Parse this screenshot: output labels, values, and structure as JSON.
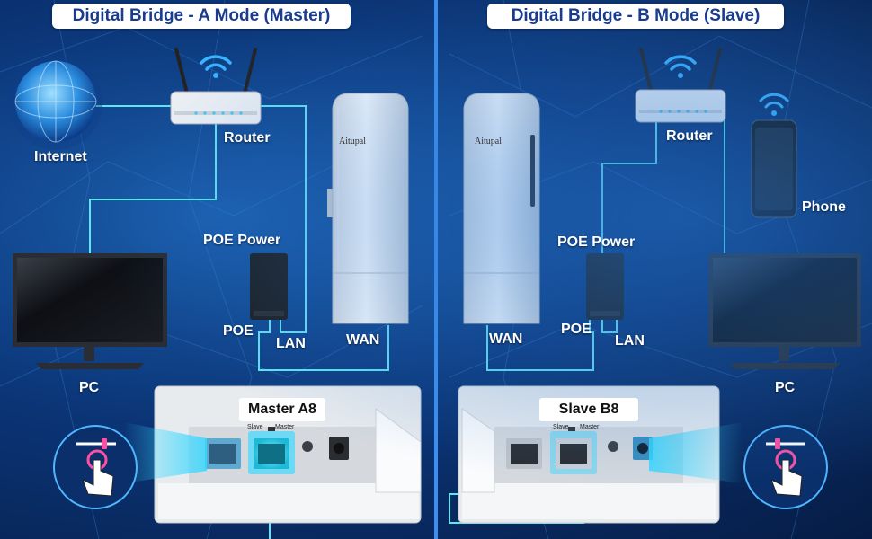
{
  "panels": {
    "master": {
      "title": "Digital Bridge - A Mode (Master)",
      "labels": {
        "internet": "Internet",
        "router": "Router",
        "poe_power": "POE Power",
        "poe": "POE",
        "lan": "LAN",
        "wan": "WAN",
        "pc": "PC"
      },
      "device_brand": "Aitupal",
      "device_mode_label": "Master A8",
      "switch_slave": "Slave",
      "switch_master": "Master"
    },
    "slave": {
      "title": "Digital Bridge - B Mode (Slave)",
      "labels": {
        "router": "Router",
        "phone": "Phone",
        "poe_power": "POE Power",
        "poe": "POE",
        "lan": "LAN",
        "wan": "WAN",
        "pc": "PC"
      },
      "device_brand": "Aitupal",
      "device_mode_label": "Slave B8",
      "switch_slave": "Slave",
      "switch_master": "Master"
    }
  },
  "colors": {
    "cable": "#5fe6f0",
    "title_text": "#1a3c8f",
    "divider": "#3a8ff0",
    "highlight": "#2ad0e8"
  },
  "icons": [
    "globe-icon",
    "router-icon",
    "wifi-icon",
    "monitor-icon",
    "poe-adapter-icon",
    "cpe-device-icon",
    "phone-icon",
    "touch-hand-icon"
  ]
}
